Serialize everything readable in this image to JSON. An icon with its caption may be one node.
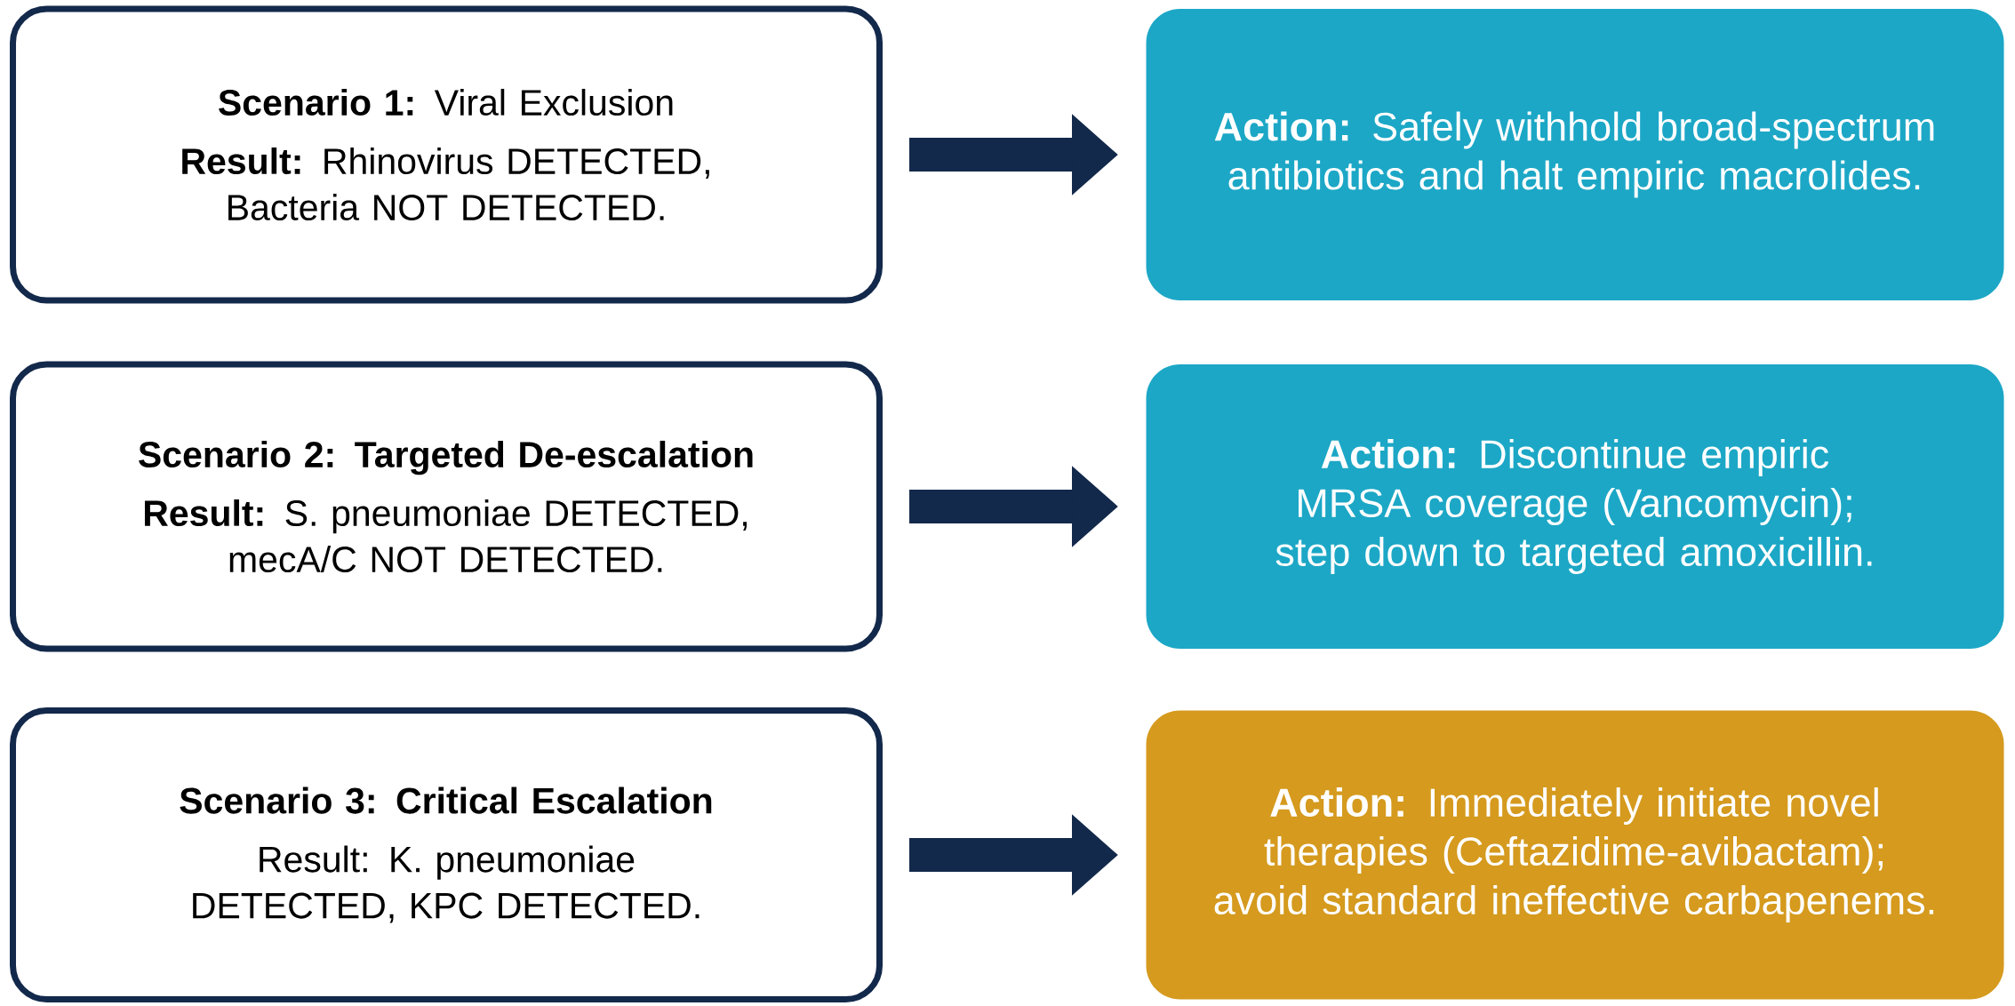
{
  "diagram": {
    "nodes": [
      {
        "text": [
          "**Scenario 1:** Viral Exclusion",
          "**Result:** Rhinovirus DETECTED, Bacteria NOT DETECTED."
        ]
      },
      {
        "text": [
          "**Action:** Safely withhold broad-spectrum antibiotics and halt empiric macrolides."
        ]
      },
      {
        "text": [
          "Scenario 2: Targeted De-escalation",
          "**Result:** S. pneumoniae DETECTED, mecA/C NOT DETECTED."
        ]
      },
      {
        "text": [
          "**Action:** Discontinue empiric MRSA coverage (Vancomycin); step down to targeted amoxicillin."
        ]
      },
      {
        "text": [
          "Scenario 3: Critical Escalation",
          "Result: K. pneumoniae DETECTED, KPC DETECTED."
        ]
      },
      {
        "text": [
          "**Action:** Immediately initiate novel therapies (Ceftazidime-avibactam); avoid standard ineffective carbapenems."
        ]
      }
    ],
    "edges": [
      {
        "from": 0,
        "to": 1,
        "arrow": "to"
      },
      {
        "from": 2,
        "to": 3,
        "arrow": "to"
      },
      {
        "from": 4,
        "to": 5,
        "arrow": "to"
      }
    ]
  }
}
